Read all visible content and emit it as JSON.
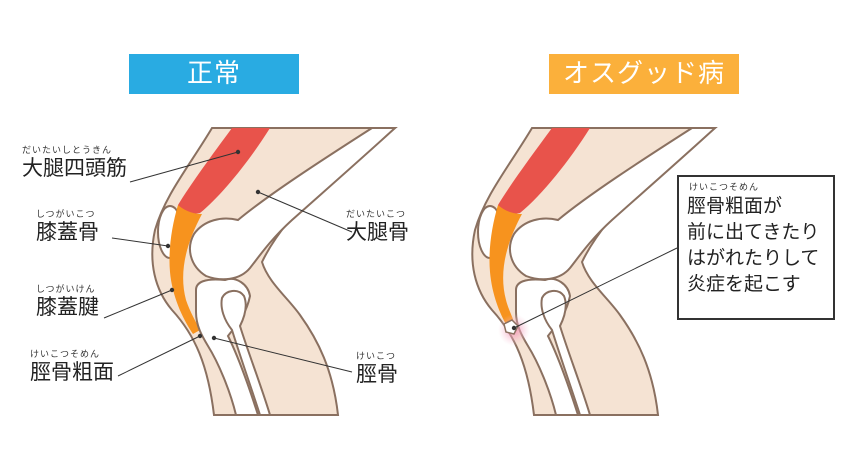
{
  "colors": {
    "normal_banner": "#29abe2",
    "osgood_banner": "#fbb03b",
    "skin": "#f5e3d3",
    "outline": "#8a7060",
    "muscle": "#e8534b",
    "tendon": "#f7931e",
    "bone": "#ffffff",
    "inflammation": "#f7c6d6"
  },
  "banners": {
    "normal": "正常",
    "osgood": "オスグッド病"
  },
  "labels": {
    "quadriceps": {
      "ruby": "だいたいしとうきん",
      "text": "大腿四頭筋"
    },
    "patella": {
      "ruby": "しつがいこつ",
      "text": "膝蓋骨"
    },
    "patellar_tendon": {
      "ruby": "しつがいけん",
      "text": "膝蓋腱"
    },
    "tibial_tuberosity": {
      "ruby": "けいこつそめん",
      "text": "脛骨粗面"
    },
    "femur": {
      "ruby": "だいたいこつ",
      "text": "大腿骨"
    },
    "tibia": {
      "ruby": "けいこつ",
      "text": "脛骨"
    }
  },
  "callout": {
    "ruby": "けいこつそめん",
    "lines": [
      "脛骨粗面が",
      "前に出てきたり",
      "はがれたりして",
      "炎症を起こす"
    ]
  }
}
